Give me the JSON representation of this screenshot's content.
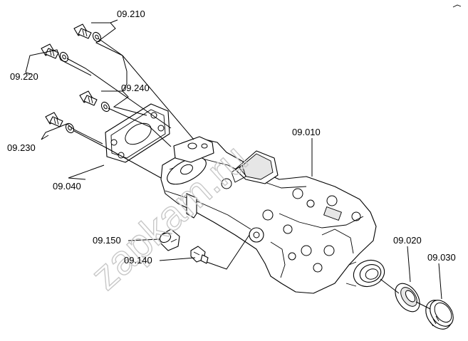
{
  "labels": {
    "p09210": "09.210",
    "p09220": "09.220",
    "p09240": "09.240",
    "p09230": "09.230",
    "p09040": "09.040",
    "p09010": "09.010",
    "p09150": "09.150",
    "p09140": "09.140",
    "p09020": "09.020",
    "p09030": "09.030"
  },
  "watermark": "zapkam.ru"
}
